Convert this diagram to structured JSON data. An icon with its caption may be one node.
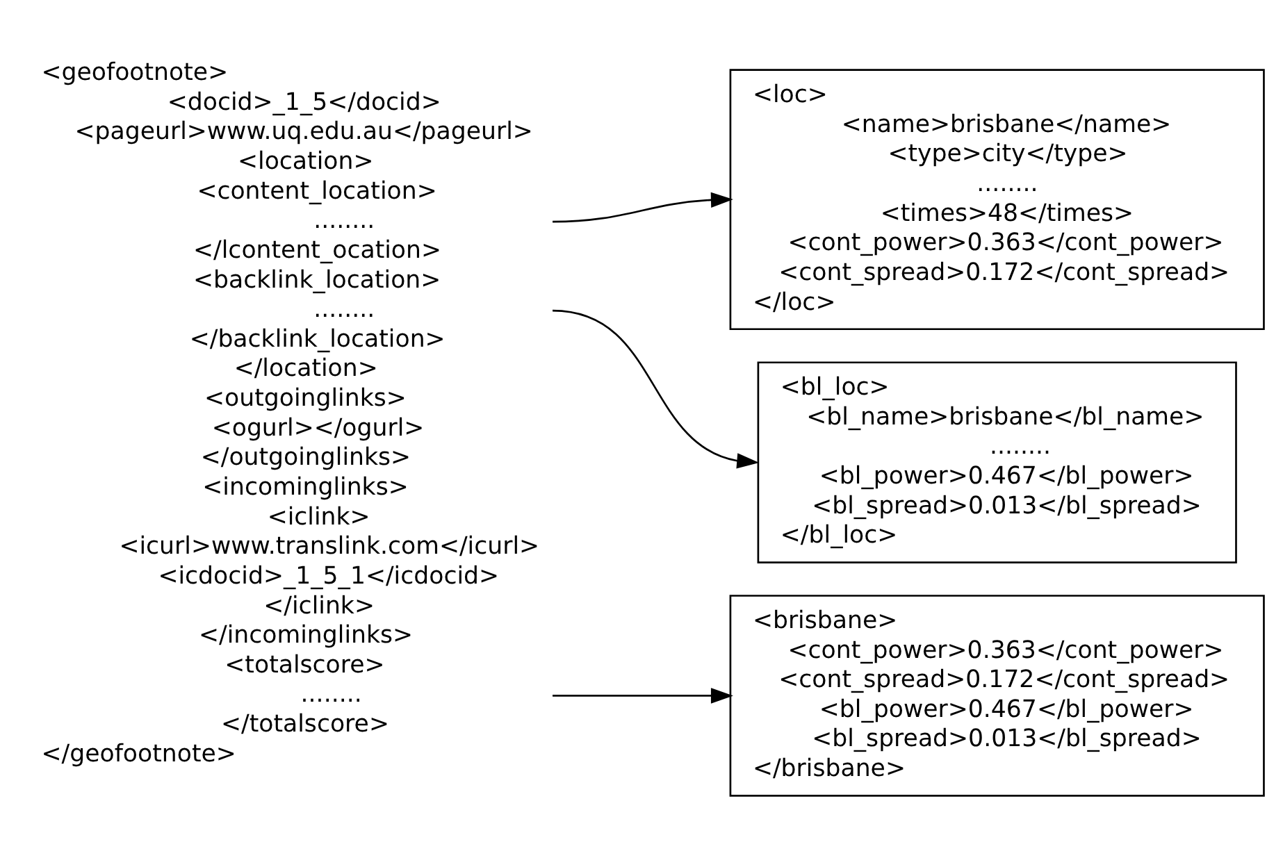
{
  "diagram": {
    "nodes": [
      {
        "text": [
          "<geofootnote>",
          "<docid>_1_5</docid>",
          "<pageurl>www.uq.edu.au</pageurl>",
          "<location>",
          "<content_location>",
          "........",
          "</lcontent_ocation>",
          "<backlink_location>",
          "........",
          "</backlink_location>",
          "</location>",
          "<outgoinglinks>",
          "<ogurl></ogurl>",
          "</outgoinglinks>",
          "<incominglinks>",
          "<iclink>",
          "<icurl>www.translink.com</icurl>",
          "<icdocid>_1_5_1</icdocid>",
          "</iclink>",
          "</incominglinks>",
          "<totalscore>",
          "........",
          "</totalscore>",
          "</geofootnote>"
        ]
      },
      {
        "text": [
          "<loc>",
          "<name>brisbane</name>",
          "<type>city</type>",
          "........",
          "<times>48</times>",
          "<cont_power>0.363</cont_power>",
          "<cont_spread>0.172</cont_spread>",
          "</loc>"
        ]
      },
      {
        "text": [
          "<bl_loc>",
          "<bl_name>brisbane</bl_name>",
          "........",
          "<bl_power>0.467</bl_power>",
          "<bl_spread>0.013</bl_spread>",
          "</bl_loc>"
        ]
      },
      {
        "text": [
          "<brisbane>",
          "<cont_power>0.363</cont_power>",
          "<cont_spread>0.172</cont_spread>",
          "<bl_power>0.467</bl_power>",
          "<bl_spread>0.013</bl_spread>",
          "</brisbane>"
        ]
      }
    ],
    "edges": [
      {
        "from": 0,
        "to": 1,
        "arrow": "to"
      },
      {
        "from": 0,
        "to": 2,
        "arrow": "to"
      },
      {
        "from": 0,
        "to": 3,
        "arrow": "to"
      }
    ]
  }
}
